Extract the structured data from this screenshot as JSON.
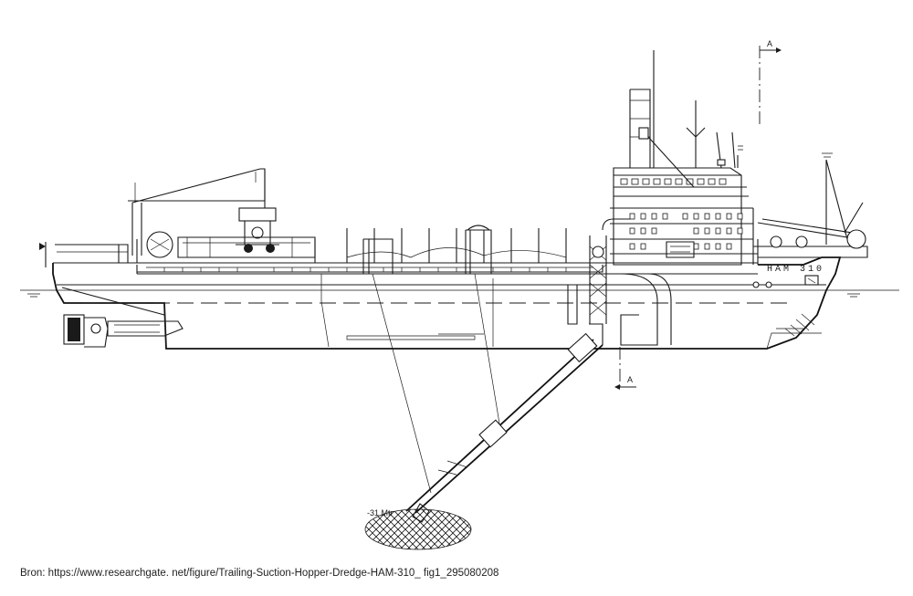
{
  "drawing": {
    "ship_name": "HAM 310",
    "depth_label": "-31 Mtr",
    "section_marker_top": "A",
    "section_marker_bottom": "A"
  },
  "source_caption": "Bron: https://www.researchgate. net/figure/Trailing-Suction-Hopper-Dredge-HAM-310_ fig1_295080208"
}
